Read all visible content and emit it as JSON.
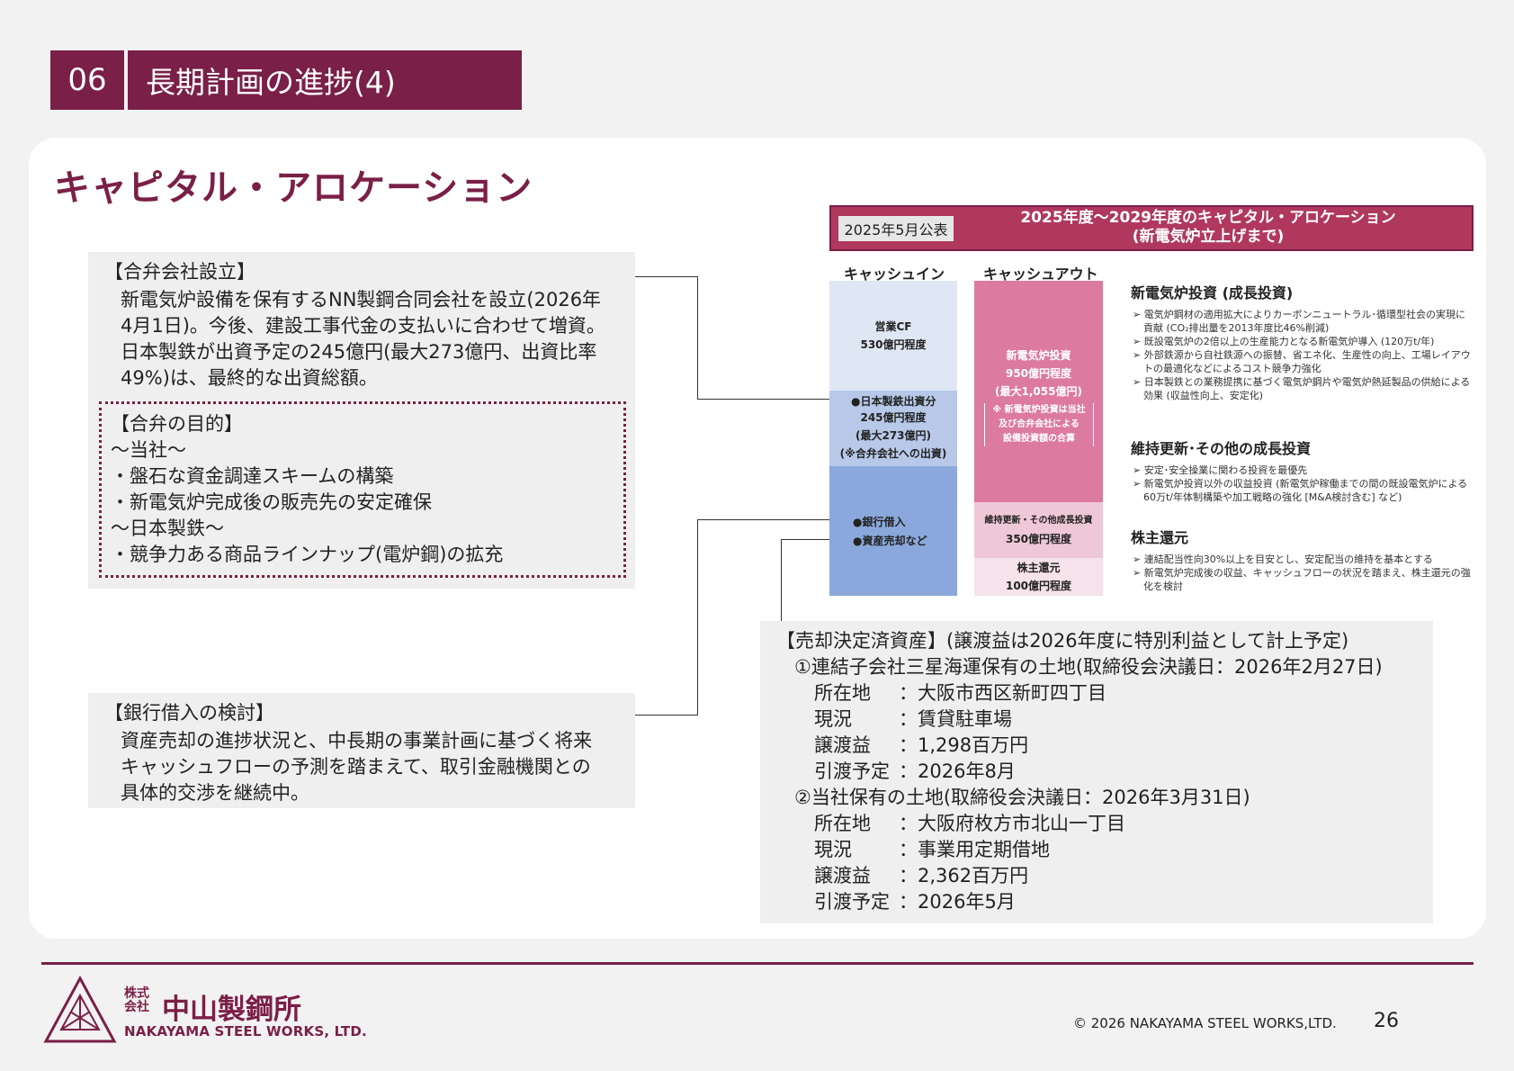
{
  "header": {
    "number": "06",
    "title": "長期計画の進捗(4)"
  },
  "section_title": "キャピタル・アロケーション",
  "jv": {
    "heading": "【合弁会社設立】",
    "lines": [
      "新電気炉設備を保有するNN製鋼合同会社を設立(2026年",
      "4月1日)。今後、建設工事代金の支払いに合わせて増資。",
      "日本製鉄が出資予定の245億円(最大273億円、出資比率",
      "49%)は、最終的な出資総額。"
    ]
  },
  "purpose": {
    "heading": "【合弁の目的】",
    "lines": [
      "～当社～",
      "・盤石な資金調達スキームの構築",
      "・新電気炉完成後の販売先の安定確保",
      "～日本製鉄～",
      "・競争力ある商品ラインナップ(電炉鋼)の拡充"
    ]
  },
  "bank": {
    "heading": "【銀行借入の検討】",
    "lines": [
      "資産売却の進捗状況と、中長期の事業計画に基づく将来",
      "キャッシュフローの予測を踏まえて、取引金融機関との",
      "具体的交渉を継続中。"
    ]
  },
  "assets": {
    "heading": "【売却決定済資産】(譲渡益は2026年度に特別利益として計上予定)",
    "items": [
      {
        "title": "①連結子会社三星海運保有の土地(取締役会決議日：2026年2月27日)",
        "rows": [
          {
            "k": "所在地",
            "v": "：大阪市西区新町四丁目"
          },
          {
            "k": "現況",
            "v": "：賃貸駐車場"
          },
          {
            "k": "譲渡益",
            "v": "：1,298百万円"
          },
          {
            "k": "引渡予定",
            "v": "：2026年8月"
          }
        ]
      },
      {
        "title": "②当社保有の土地(取締役会決議日：2026年3月31日)",
        "rows": [
          {
            "k": "所在地",
            "v": "：大阪府枚方市北山一丁目"
          },
          {
            "k": "現況",
            "v": "：事業用定期借地"
          },
          {
            "k": "譲渡益",
            "v": "：2,362百万円"
          },
          {
            "k": "引渡予定",
            "v": "：2026年5月"
          }
        ]
      }
    ]
  },
  "chart": {
    "tag": "2025年5月公表",
    "title_line1": "2025年度～2029年度のキャピタル・アロケーション",
    "title_line2": "(新電気炉立上げまで)",
    "col_in": "キャッシュイン",
    "col_out": "キャッシュアウト",
    "in_cf_1": "営業CF",
    "in_cf_2": "530億円程度",
    "in_nippon_1": "●日本製鉄出資分",
    "in_nippon_2": "245億円程度",
    "in_nippon_3": "(最大273億円)",
    "in_nippon_4": "(※合弁会社への出資)",
    "in_bank": "●銀行借入",
    "in_sale": "●資産売却など",
    "out_new_1": "新電気炉投資",
    "out_new_2": "950億円程度",
    "out_new_3": "(最大1,055億円)",
    "out_note_1": "※ 新電気炉投資は当社",
    "out_note_2": "及び合弁会社による",
    "out_note_3": "設備投資額の合算",
    "out_maint_1": "維持更新・その他成長投資",
    "out_maint_2": "350億円程度",
    "out_share_1": "株主還元",
    "out_share_2": "100億円程度",
    "right": [
      {
        "head": "新電気炉投資 (成長投資)",
        "items": [
          "➢ 電気炉鋼材の適用拡大によりカーボンニュートラル･循環型社会の実現に貢献 (CO₂排出量を2013年度比46%削減)",
          "➢ 既設電気炉の2倍以上の生産能力となる新電気炉導入 (120万t/年)",
          "➢ 外部鉄源から自社鉄源への振替、省エネ化、生産性の向上、工場レイアウトの最適化などによるコスト競争力強化",
          "➢ 日本製鉄との業務提携に基づく電気炉鋼片や電気炉熱延製品の供給による効果 (収益性向上、安定化)"
        ]
      },
      {
        "head": "維持更新･その他の成長投資",
        "items": [
          "➢ 安定･安全操業に関わる投資を最優先",
          "➢ 新電気炉投資以外の収益投資 (新電気炉稼働までの間の既設電気炉による60万t/年体制構築や加工戦略の強化 [M&A検討含む] など)"
        ]
      },
      {
        "head": "株主還元",
        "items": [
          "➢ 連結配当性向30%以上を目安とし、安定配当の維持を基本とする",
          "➢ 新電気炉完成後の収益、キャッシュフローの状況を踏まえ、株主還元の強化を検討"
        ]
      }
    ],
    "colors": {
      "in_top": "#dfe6f4",
      "in_mid": "#b7c8e8",
      "in_bottom": "#8aa8db",
      "out_main": "#dc7a9f",
      "out_light": "#efc8d8",
      "banner": "#b0385e"
    }
  },
  "footer": {
    "logo_kabushiki": "株式会社",
    "logo_name": "中山製鋼所",
    "logo_en": "NAKAYAMA STEEL WORKS, LTD.",
    "copyright": "© 2026 NAKAYAMA STEEL WORKS,LTD.",
    "page": "26"
  },
  "brand_color": "#7a1f47"
}
